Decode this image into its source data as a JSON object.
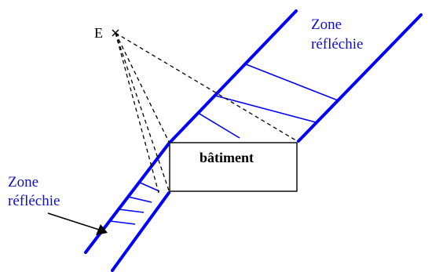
{
  "labels": {
    "emitter": "E",
    "zone_upper_line1": "Zone",
    "zone_upper_line2": "réfléchie",
    "zone_lower_line1": "Zone",
    "zone_lower_line2": "réfléchie",
    "building": "bâtiment"
  },
  "colors": {
    "road": "#0000ff",
    "text_zone": "#1010cc",
    "ink": "#000000"
  }
}
